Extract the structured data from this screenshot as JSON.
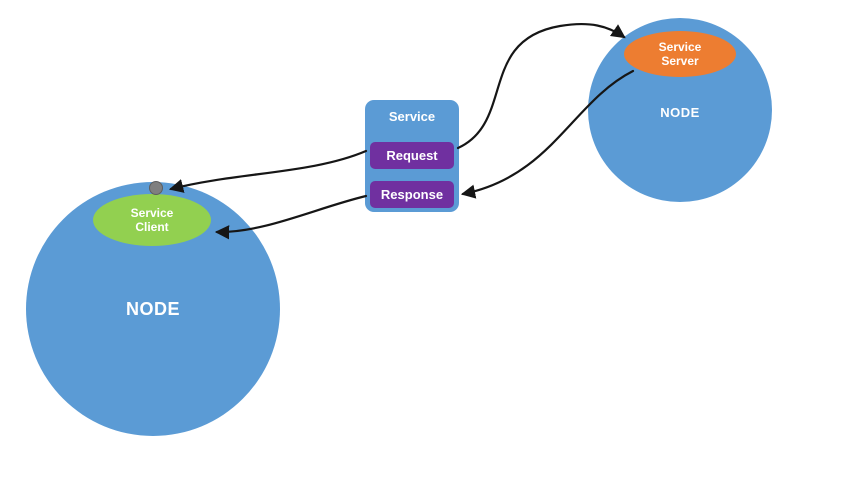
{
  "diagram": {
    "left_node": {
      "label": "NODE"
    },
    "right_node": {
      "label": "NODE"
    },
    "service_client": {
      "line1": "Service",
      "line2": "Client"
    },
    "service_server": {
      "line1": "Service",
      "line2": "Server"
    },
    "service_box": {
      "title": "Service",
      "request": "Request",
      "response": "Response"
    },
    "arrows": [
      {
        "from": "request-box",
        "to": "service-server"
      },
      {
        "from": "service-server",
        "to": "response-box"
      },
      {
        "from": "request-box",
        "to": "client-anchor-dot"
      },
      {
        "from": "response-box",
        "to": "service-client"
      }
    ]
  },
  "colors": {
    "node_blue": "#5b9bd5",
    "client_green": "#92d050",
    "server_orange": "#ed7d31",
    "message_purple": "#7030a0",
    "arrow_black": "#161616",
    "dot_gray": "#7f7f7f",
    "background": "#ffffff"
  }
}
